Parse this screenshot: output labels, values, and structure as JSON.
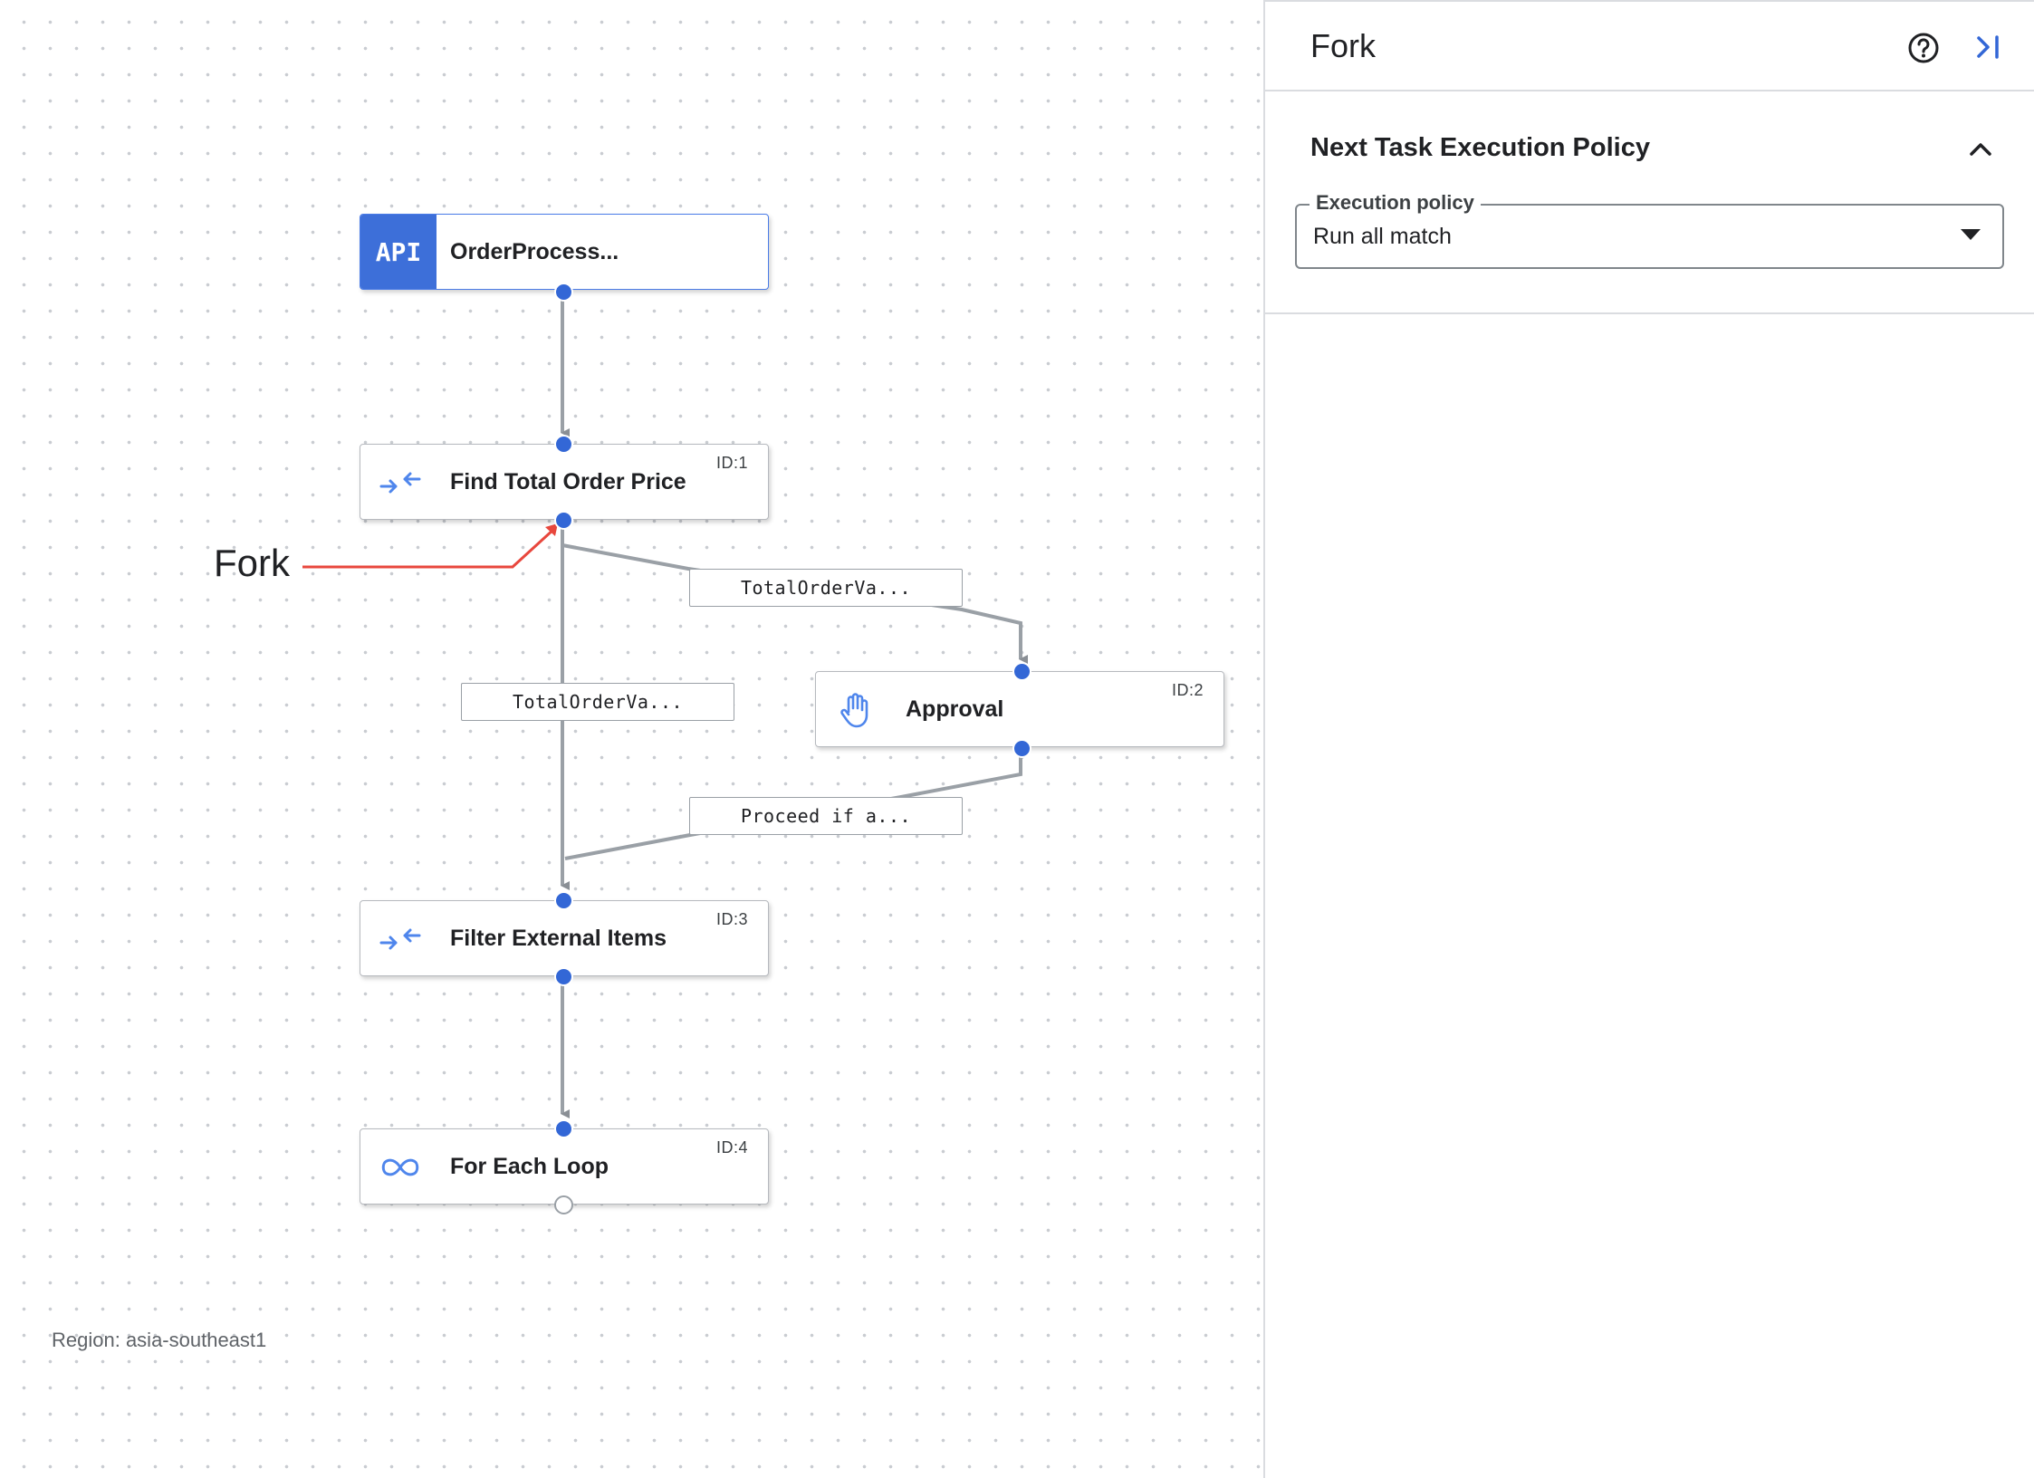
{
  "canvas": {
    "region": "Region: asia-southeast1",
    "callout": "Fork",
    "nodes": {
      "trigger": {
        "title": "OrderProcess...",
        "badge": "API"
      },
      "task1": {
        "title": "Find Total Order Price",
        "id": "ID:1",
        "icon": "data-mapping-icon"
      },
      "task2": {
        "title": "Approval",
        "id": "ID:2",
        "icon": "hand-icon"
      },
      "task3": {
        "title": "Filter External Items",
        "id": "ID:3",
        "icon": "data-mapping-icon"
      },
      "task4": {
        "title": "For Each Loop",
        "id": "ID:4",
        "icon": "loop-icon"
      }
    },
    "edge_labels": {
      "to_approval": "TotalOrderVa...",
      "to_filter": "TotalOrderVa...",
      "approval_to_filter": "Proceed if a..."
    }
  },
  "panel": {
    "title": "Fork",
    "section_title": "Next Task Execution Policy",
    "policy": {
      "label": "Execution policy",
      "value": "Run all match"
    }
  },
  "colors": {
    "accent": "#3367d6",
    "api_block": "#3d6fd9",
    "edge": "#9aa0a6",
    "callout_arrow": "#e8473d"
  }
}
